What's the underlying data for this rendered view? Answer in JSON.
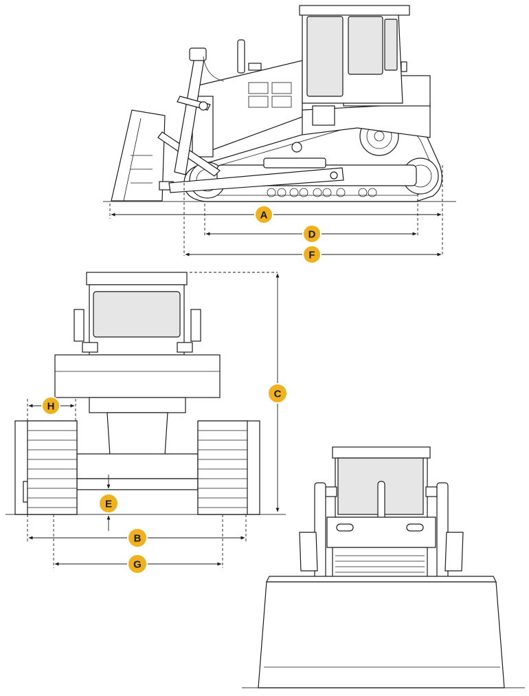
{
  "dimension_labels": {
    "A": "A",
    "B": "B",
    "C": "C",
    "D": "D",
    "E": "E",
    "F": "F",
    "G": "G",
    "H": "H"
  },
  "colors": {
    "badge": "#efb21e",
    "line": "#1a1a1a",
    "glass": "#e6e6e6",
    "ground": "#7a7a7a"
  }
}
